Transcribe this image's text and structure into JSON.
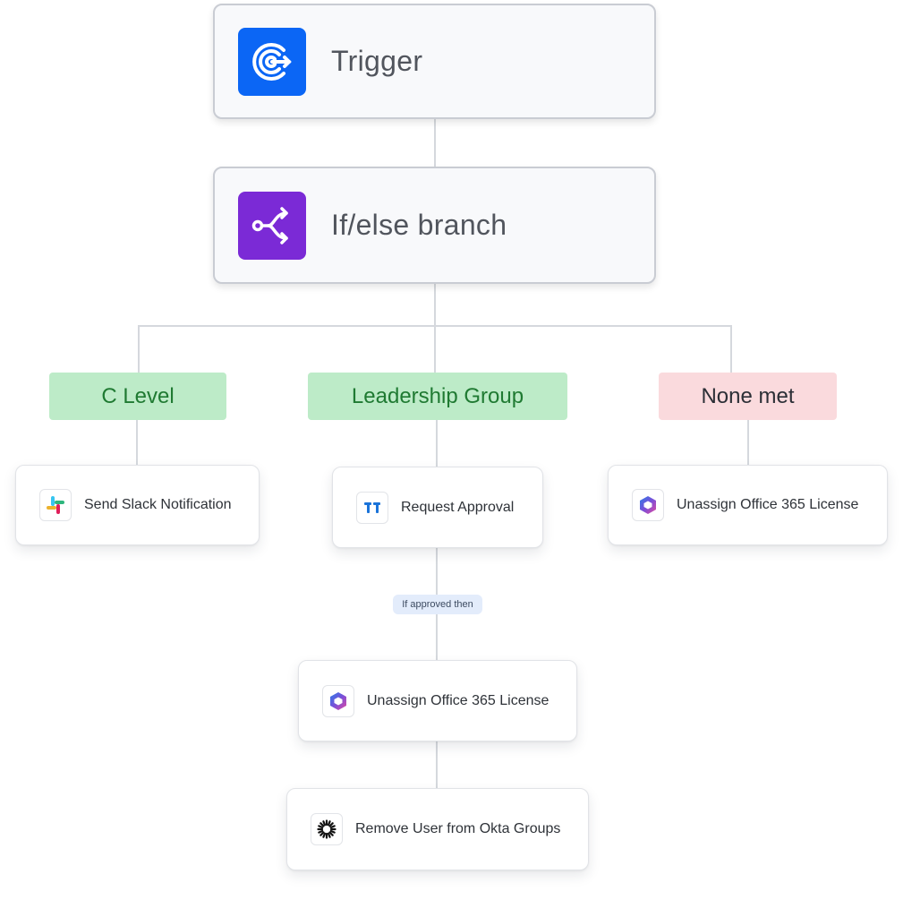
{
  "trigger": {
    "title": "Trigger",
    "icon": "trigger-icon",
    "color": "#0b66f5"
  },
  "branch": {
    "title": "If/else branch",
    "icon": "branch-icon",
    "color": "#7b2ad6"
  },
  "conditions": {
    "c_level": {
      "label": "C Level",
      "color": "#bdebc8"
    },
    "leadership": {
      "label": "Leadership Group",
      "color": "#bdebc8"
    },
    "none_met": {
      "label": "None met",
      "color": "#fadadd"
    }
  },
  "actions": {
    "slack": {
      "label": "Send Slack Notification",
      "icon": "slack-icon"
    },
    "approval": {
      "label": "Request Approval",
      "icon": "approval-icon"
    },
    "office_none": {
      "label": "Unassign Office 365 License",
      "icon": "office365-icon"
    },
    "office_leadership": {
      "label": "Unassign Office 365 License",
      "icon": "office365-icon"
    },
    "okta": {
      "label": "Remove User from Okta Groups",
      "icon": "okta-icon"
    }
  },
  "approved_tag": "If approved then"
}
